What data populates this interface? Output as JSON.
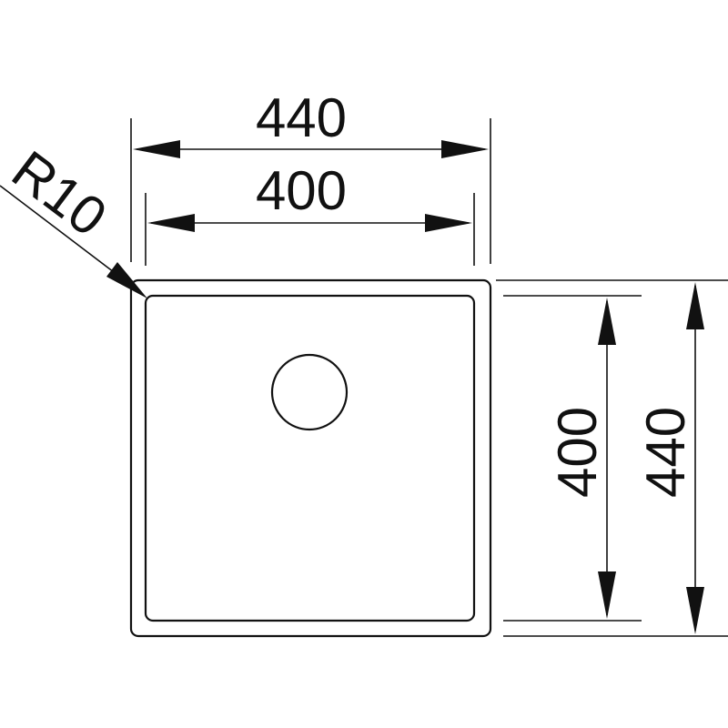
{
  "diagram": {
    "outer_width_label": "440",
    "inner_width_label": "400",
    "inner_height_label": "400",
    "outer_height_label": "440",
    "radius_label": "R10",
    "colors": {
      "line": "#111111",
      "background": "#ffffff"
    }
  }
}
